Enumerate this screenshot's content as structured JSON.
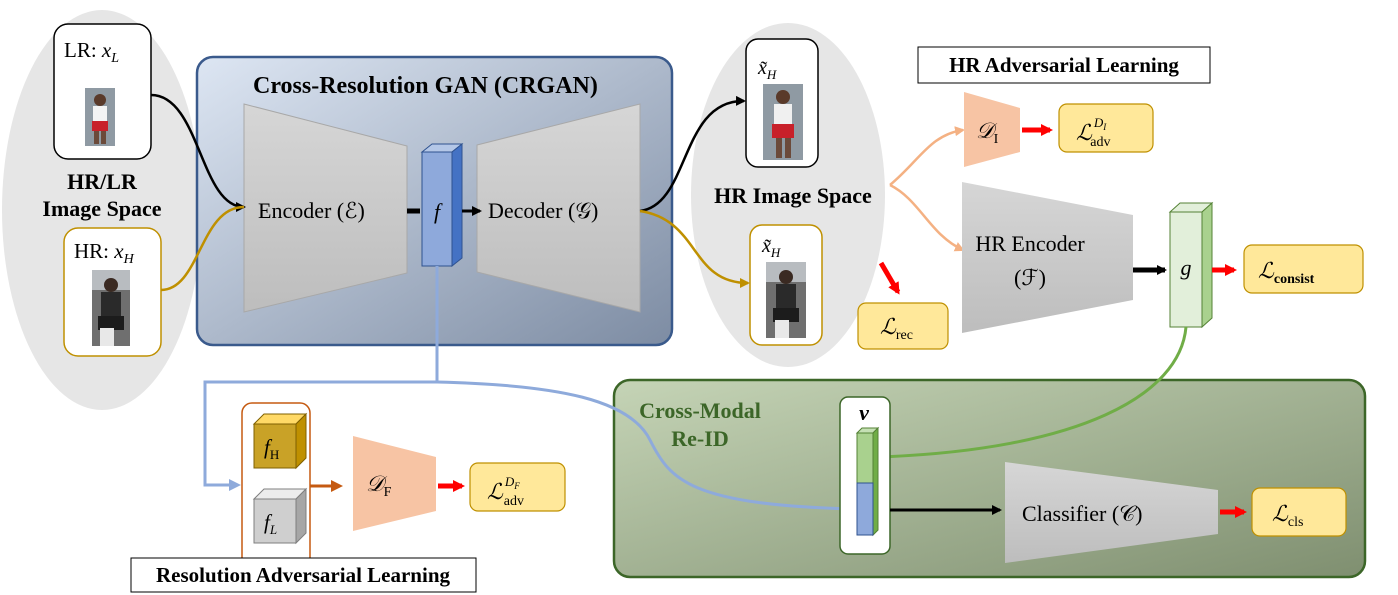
{
  "panels": {
    "input_space_label": [
      "HR/LR",
      "Image Space"
    ],
    "crgan_title": "Cross-Resolution GAN (CRGAN)",
    "hr_image_space_label": "HR Image Space",
    "hr_adversarial_title": "HR Adversarial Learning",
    "resolution_adversarial_title": "Resolution Adversarial Learning",
    "cross_modal_title": [
      "Cross-Modal",
      "Re-ID"
    ]
  },
  "inputs": {
    "lr_label": "LR: ",
    "lr_var": "x",
    "lr_sub": "L",
    "hr_label": "HR: ",
    "hr_var": "x",
    "hr_sub": "H"
  },
  "outputs": {
    "var": "x̃",
    "sub": "H"
  },
  "modules": {
    "encoder": "Encoder (ℰ)",
    "decoder": "Decoder (𝒢)",
    "feature_f": "f",
    "hr_encoder_line1": "HR Encoder",
    "hr_encoder_line2": "(ℱ)",
    "feature_g": "g",
    "feature_v": "v",
    "classifier": "Classifier  (𝒞)",
    "disc_image": "𝒟",
    "disc_image_sub": "I",
    "disc_feature": "𝒟",
    "disc_feature_sub": "F",
    "f_high": "f",
    "f_high_sub": "H",
    "f_low": "f",
    "f_low_sub": "L"
  },
  "losses": {
    "adv_image": {
      "main": "ℒ",
      "sup": "D",
      "sup_sub": "I",
      "sub": "adv"
    },
    "consist": {
      "main": "ℒ",
      "sub": "consist"
    },
    "rec": {
      "main": "ℒ",
      "sub": "rec"
    },
    "adv_feature": {
      "main": "ℒ",
      "sup": "D",
      "sup_sub": "F",
      "sub": "adv"
    },
    "cls": {
      "main": "ℒ",
      "sub": "cls"
    }
  },
  "colors": {
    "crgan_fill": "#a9bbd6",
    "crgan_border": "#3a5a8c",
    "reid_fill": "#a9bb98",
    "reid_border": "#3c6628",
    "loss_fill": "#ffe89a",
    "loss_border": "#bf9000",
    "disc_fill": "#f7c4a4",
    "module_gray": "#c9c9c9",
    "feature_blue": "#8ea9db",
    "feature_green": "#d5e8c9",
    "arrow_red": "#ff0000",
    "arrow_gold": "#bf9000",
    "arrow_blue": "#8eaadb",
    "arrow_green": "#70ad47",
    "arrow_peach": "#f4b183",
    "arrow_brown": "#c55a11"
  }
}
